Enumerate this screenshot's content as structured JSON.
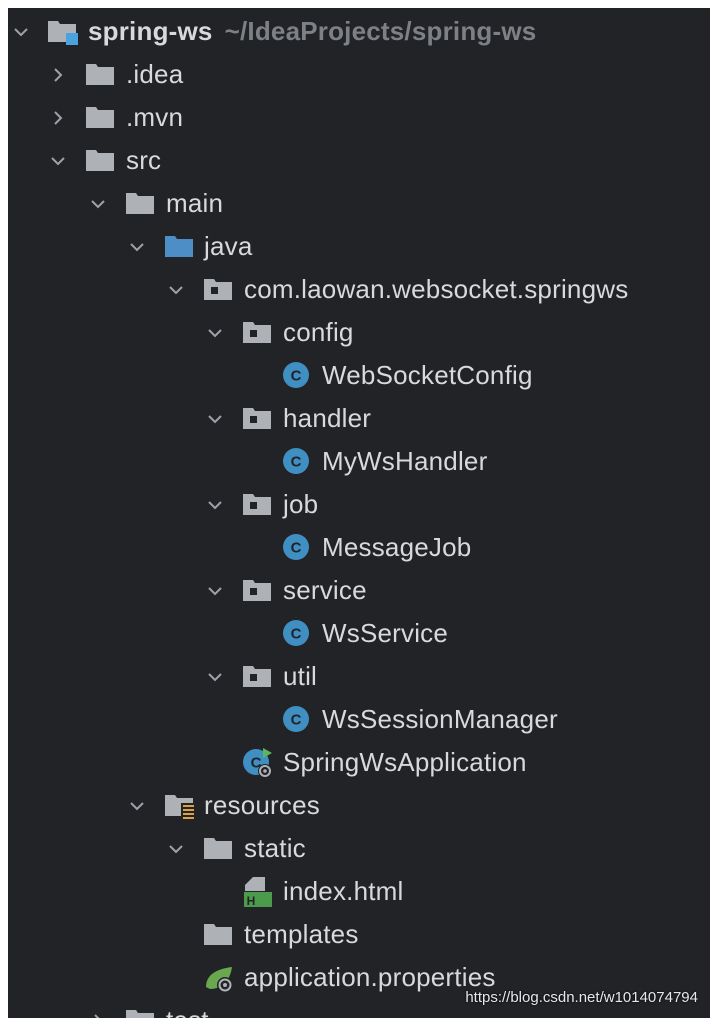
{
  "project": {
    "name": "spring-ws",
    "path": "~/IdeaProjects/spring-ws"
  },
  "tree": {
    "idea": ".idea",
    "mvn": ".mvn",
    "src": "src",
    "main": "main",
    "java": "java",
    "package": "com.laowan.websocket.springws",
    "config": "config",
    "config_class": "WebSocketConfig",
    "handler": "handler",
    "handler_class": "MyWsHandler",
    "job": "job",
    "job_class": "MessageJob",
    "service": "service",
    "service_class": "WsService",
    "util": "util",
    "util_class": "WsSessionManager",
    "app_class": "SpringWsApplication",
    "resources": "resources",
    "static": "static",
    "index_html": "index.html",
    "templates": "templates",
    "app_props": "application.properties",
    "test_partial": "test"
  },
  "watermark": "https://blog.csdn.net/w1014074794",
  "colors": {
    "panel_bg": "#212327",
    "text": "#d8d9db",
    "path_text": "#7d8085",
    "folder": "#aeb1b6",
    "source_folder": "#4e8ec7",
    "class_icon": "#3f8fc2",
    "spring": "#6aa84f"
  }
}
